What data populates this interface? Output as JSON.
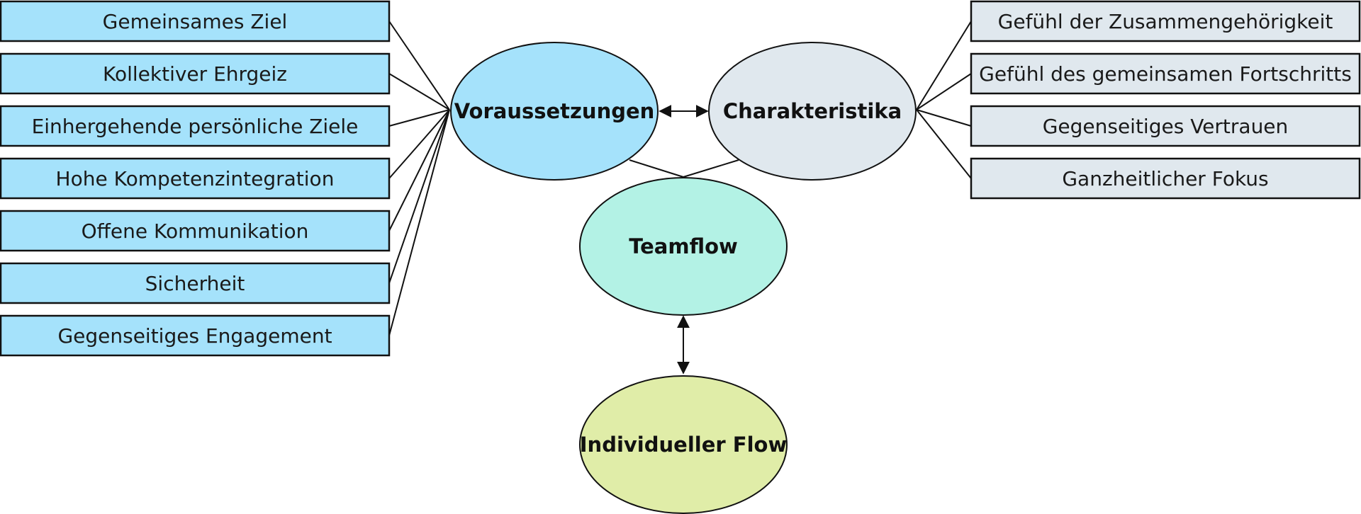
{
  "colors": {
    "prerequisites": "#a5e2fb",
    "characteristics": "#e0e8ee",
    "teamflow": "#b3f2e5",
    "individual_flow": "#e0eda8",
    "line": "#111111"
  },
  "hubs": {
    "prerequisites": "Voraussetzungen",
    "characteristics": "Charakteristika",
    "teamflow": "Teamflow",
    "individual_flow": "Individueller Flow"
  },
  "prerequisites": [
    "Gemeinsames Ziel",
    "Kollektiver Ehrgeiz",
    "Einhergehende persönliche Ziele",
    "Hohe Kompetenzintegration",
    "Offene Kommunikation",
    "Sicherheit",
    "Gegenseitiges Engagement"
  ],
  "characteristics": [
    "Gefühl der Zusammengehörigkeit",
    "Gefühl des gemeinsamen Fortschritts",
    "Gegenseitiges Vertrauen",
    "Ganzheitlicher Fokus"
  ]
}
